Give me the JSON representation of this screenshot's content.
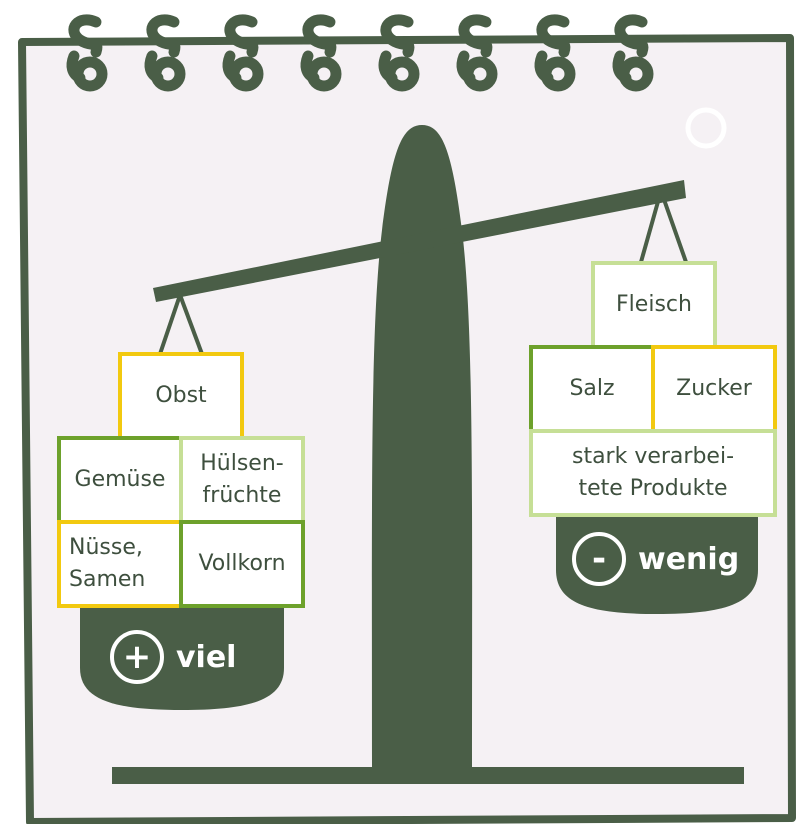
{
  "colors": {
    "dark_green": "#4a5e47",
    "notebook_bg": "#f5f1f4",
    "yellow": "#f2c90f",
    "green": "#6da12b",
    "light_green": "#c6df96",
    "text": "#3e4f3e"
  },
  "icons": {
    "plus": "plus-circle-icon",
    "minus": "minus-circle-icon",
    "rings": "spiral-binding-rings"
  },
  "left_pan": {
    "sign": "+",
    "label": "viel",
    "items": {
      "obst": "Obst",
      "gemuese": "Gemüse",
      "huelsen_1": "Hülsen-",
      "huelsen_2": "früchte",
      "nuesse_1": "Nüsse,",
      "nuesse_2": "Samen",
      "vollkorn": "Vollkorn"
    }
  },
  "right_pan": {
    "sign": "-",
    "label": "wenig",
    "items": {
      "fleisch": "Fleisch",
      "salz": "Salz",
      "zucker": "Zucker",
      "verarbeitet_1": "stark verarbei-",
      "verarbeitet_2": "tete Produkte"
    }
  }
}
